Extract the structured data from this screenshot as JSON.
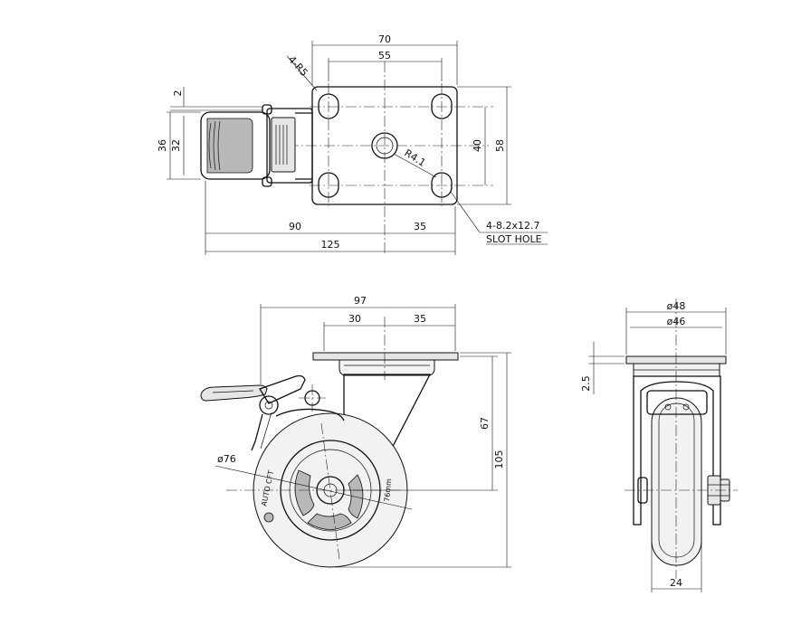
{
  "top_view": {
    "dim_width_plate": "70",
    "dim_hole_spacing_x": "55",
    "dim_radius_corner": "4-R5",
    "dim_gap": "2",
    "dim_height_36": "36",
    "dim_height_32": "32",
    "dim_hole_spacing_y": "40",
    "dim_plate_height": "58",
    "dim_radius_center": "R4.1",
    "dim_90": "90",
    "dim_35": "35",
    "dim_125": "125",
    "slot_note_line1": "4-8.2x12.7",
    "slot_note_line2": "SLOT HOLE"
  },
  "side_view": {
    "dim_97": "97",
    "dim_30": "30",
    "dim_35": "35",
    "dim_67": "67",
    "dim_105": "105",
    "dim_wheel_dia": "ø76",
    "wheel_brand": "AUTO CFT",
    "wheel_size_mark": "76mm"
  },
  "front_view": {
    "dim_48": "ø48",
    "dim_46": "ø46",
    "dim_2_5": "2.5",
    "dim_24": "24"
  },
  "colors": {
    "line": "#111111",
    "fill_light": "#e6e6e6",
    "fill_dark": "#b8b8b8"
  }
}
